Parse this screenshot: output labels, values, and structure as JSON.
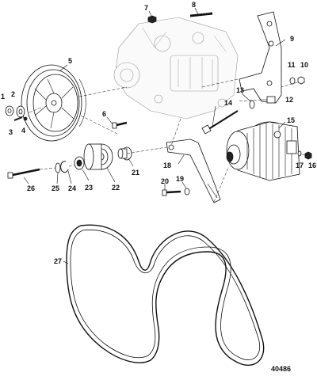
{
  "diagram": {
    "figure_number": "40486",
    "callouts": [
      "1",
      "2",
      "3",
      "4",
      "5",
      "6",
      "7",
      "8",
      "9",
      "10",
      "11",
      "12",
      "13",
      "14",
      "15",
      "16",
      "17",
      "18",
      "19",
      "20",
      "21",
      "22",
      "23",
      "24",
      "25",
      "26",
      "27"
    ]
  }
}
